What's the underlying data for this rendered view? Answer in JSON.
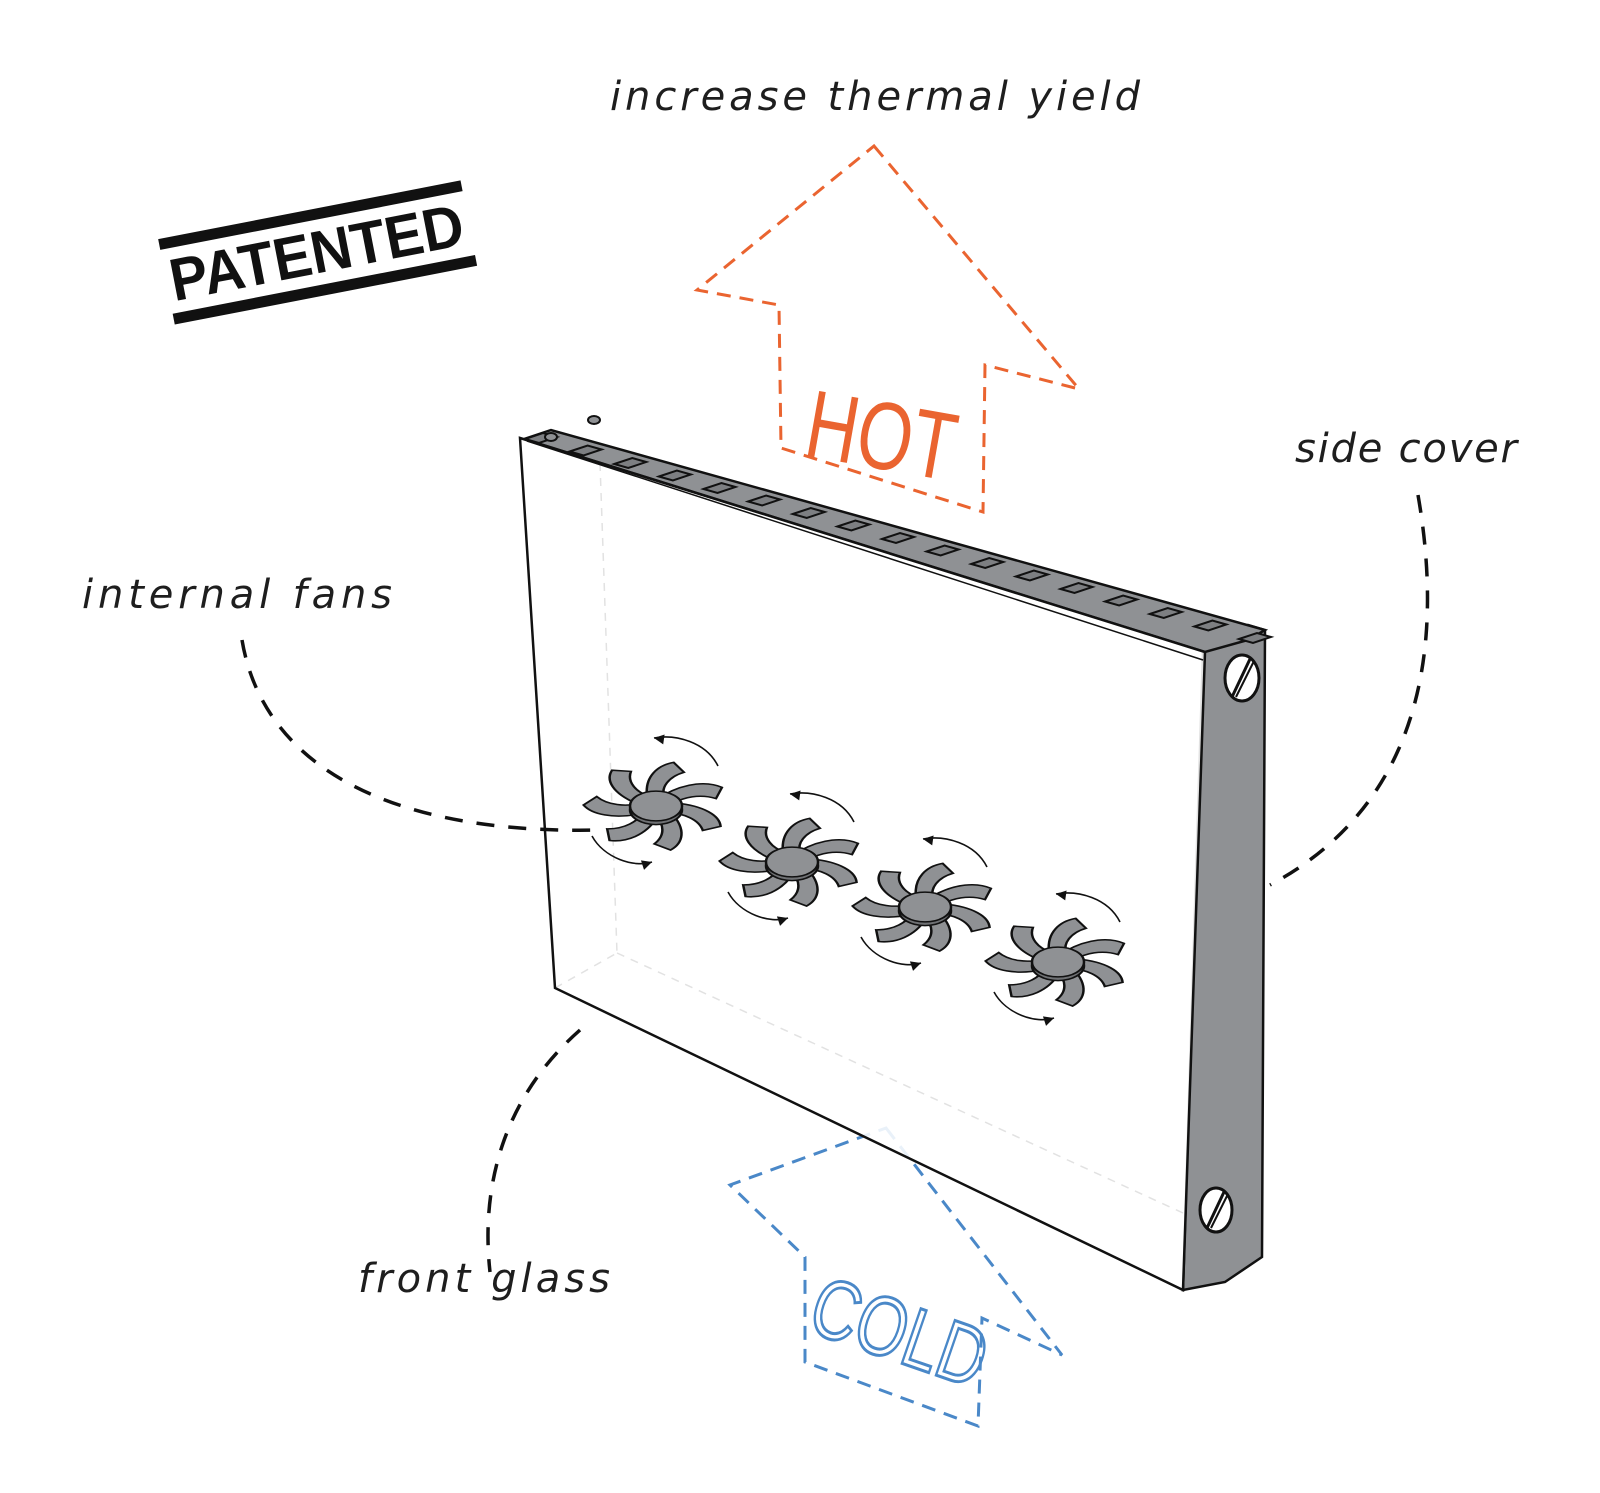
{
  "labels": {
    "top": "increase thermal yield",
    "side_cover": "side cover",
    "internal_fans": "internal fans",
    "front_glass": "front glass",
    "hot": "HOT",
    "cold": "COLD",
    "stamp": "PATENTED"
  },
  "colors": {
    "hot": "#ea6430",
    "cold": "#4a88c8",
    "metal": "#8f9194",
    "ink": "#1e1e1e"
  },
  "fans": [
    {
      "name": "fan-1"
    },
    {
      "name": "fan-2"
    },
    {
      "name": "fan-3"
    },
    {
      "name": "fan-4"
    }
  ]
}
